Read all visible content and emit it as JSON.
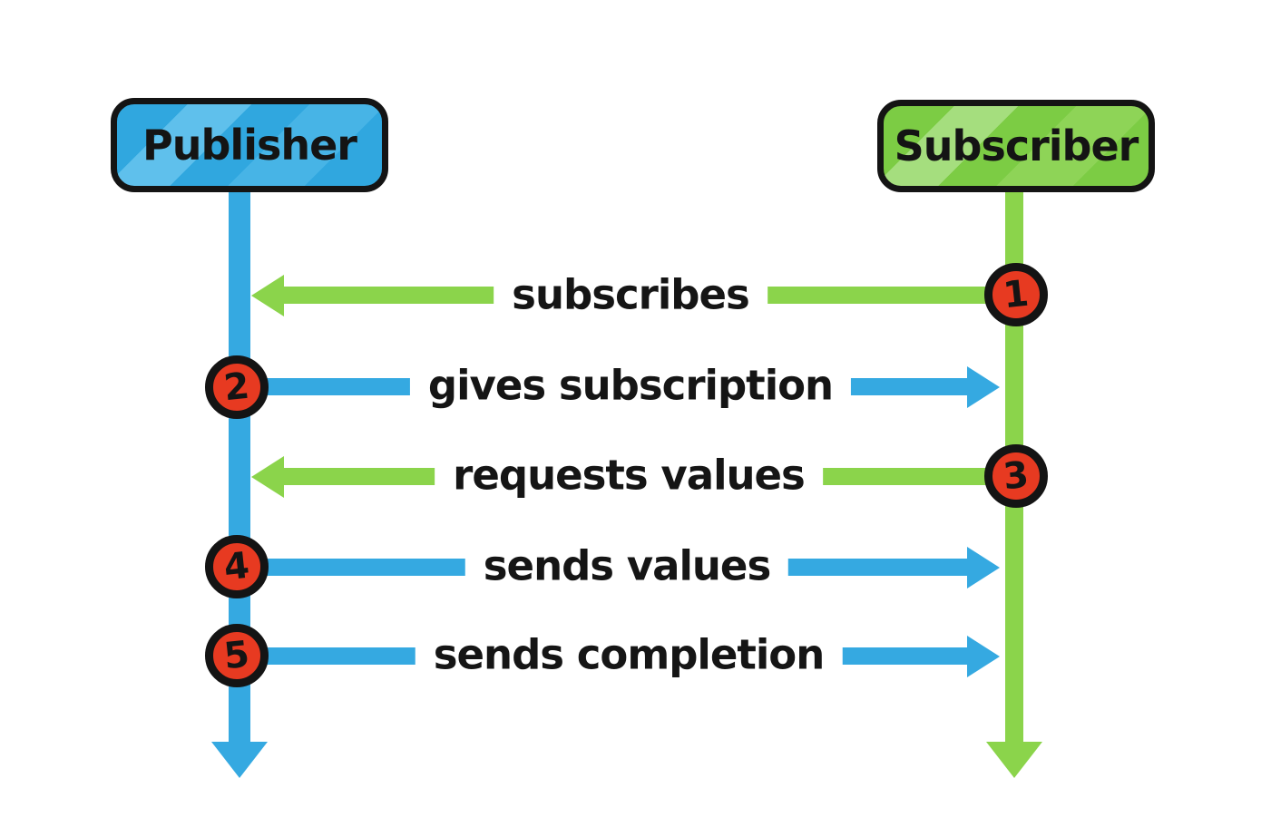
{
  "diagram": {
    "type": "sequence",
    "actors": [
      {
        "id": "publisher",
        "label": "Publisher",
        "fill": "#30a7df",
        "stripe": "#5fc0ec",
        "line_color": "#35a9e1"
      },
      {
        "id": "subscriber",
        "label": "Subscriber",
        "fill": "#7ccc44",
        "stripe": "#a5de7e",
        "line_color": "#8bd44b"
      }
    ],
    "steps": [
      {
        "number": "1",
        "label": "subscribes",
        "from": "subscriber",
        "to": "publisher",
        "arrow_color": "#8bd44b",
        "direction": "left"
      },
      {
        "number": "2",
        "label": "gives subscription",
        "from": "publisher",
        "to": "subscriber",
        "arrow_color": "#35a9e1",
        "direction": "right"
      },
      {
        "number": "3",
        "label": "requests values",
        "from": "subscriber",
        "to": "publisher",
        "arrow_color": "#8bd44b",
        "direction": "left"
      },
      {
        "number": "4",
        "label": "sends values",
        "from": "publisher",
        "to": "subscriber",
        "arrow_color": "#35a9e1",
        "direction": "right"
      },
      {
        "number": "5",
        "label": "sends completion",
        "from": "publisher",
        "to": "subscriber",
        "arrow_color": "#35a9e1",
        "direction": "right"
      }
    ],
    "colors": {
      "blue": "#35a9e1",
      "green": "#8bd44b",
      "badge_red": "#e73a21",
      "outline_black": "#141414",
      "background": "#ffffff"
    }
  }
}
